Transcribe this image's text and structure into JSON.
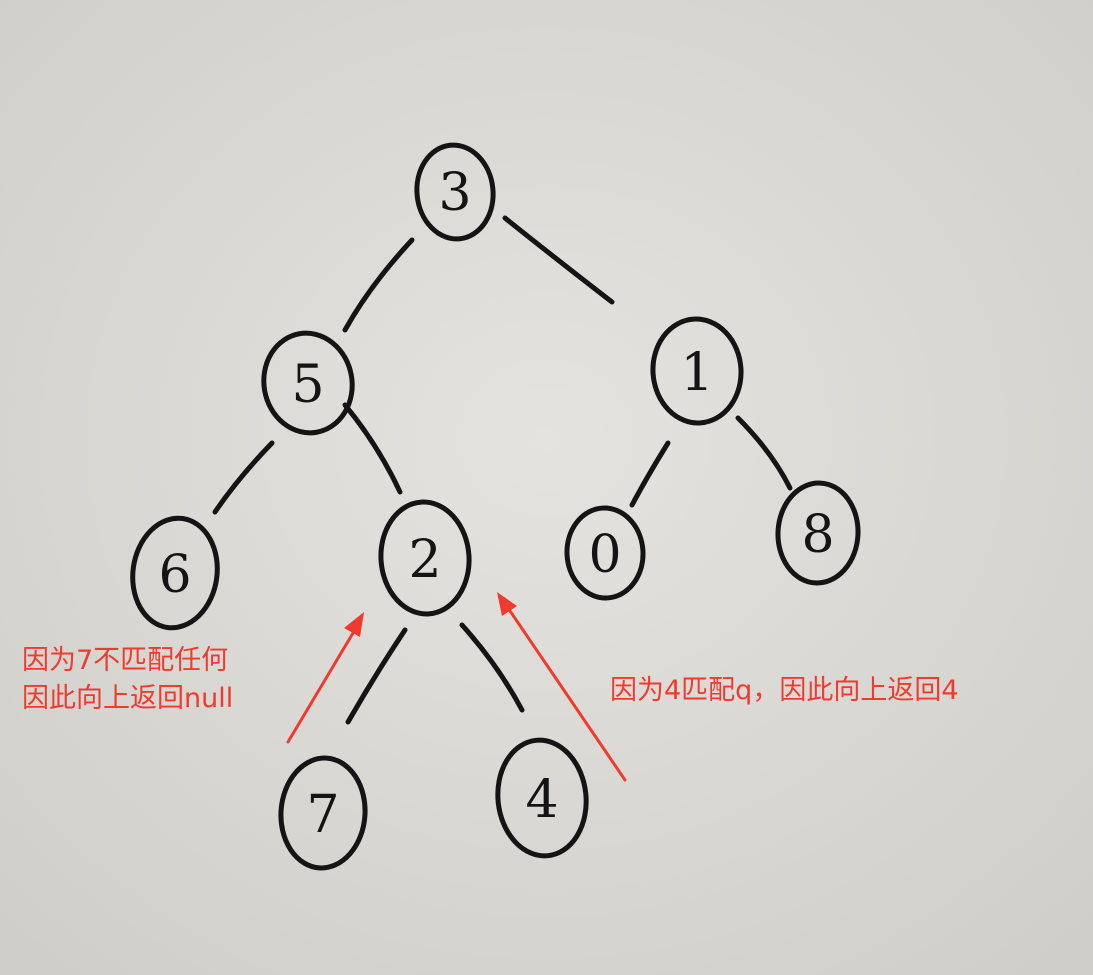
{
  "tree": {
    "nodes": [
      {
        "id": "n3",
        "label": "3"
      },
      {
        "id": "n5",
        "label": "5"
      },
      {
        "id": "n1",
        "label": "1"
      },
      {
        "id": "n6",
        "label": "6"
      },
      {
        "id": "n2",
        "label": "2"
      },
      {
        "id": "n0",
        "label": "0"
      },
      {
        "id": "n8",
        "label": "8"
      },
      {
        "id": "n7",
        "label": "7"
      },
      {
        "id": "n4",
        "label": "4"
      }
    ],
    "edges": [
      {
        "from": "n3",
        "to": "n5"
      },
      {
        "from": "n3",
        "to": "n1"
      },
      {
        "from": "n5",
        "to": "n6"
      },
      {
        "from": "n5",
        "to": "n2"
      },
      {
        "from": "n1",
        "to": "n0"
      },
      {
        "from": "n1",
        "to": "n8"
      },
      {
        "from": "n2",
        "to": "n7"
      },
      {
        "from": "n2",
        "to": "n4"
      }
    ]
  },
  "annotations": {
    "left_line1": "因为7不匹配任何",
    "left_line2": "因此向上返回null",
    "right_text": "因为4匹配q，因此向上返回4"
  },
  "colors": {
    "paper": "#dcdbd7",
    "ink": "#141414",
    "annotation": "#f03a2e"
  }
}
